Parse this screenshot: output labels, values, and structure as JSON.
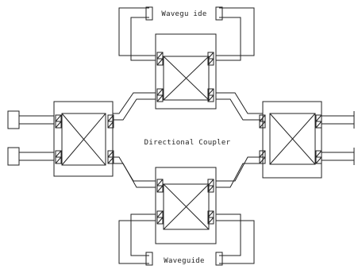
{
  "labels": {
    "top_waveguide": "Wavegu ide",
    "bottom_waveguide": "Waveguide",
    "center": "Directional Coupler"
  },
  "colors": {
    "stroke": "#222222",
    "background": "#ffffff"
  },
  "blocks": [
    "coupler-top",
    "coupler-left",
    "coupler-right",
    "coupler-bottom"
  ]
}
